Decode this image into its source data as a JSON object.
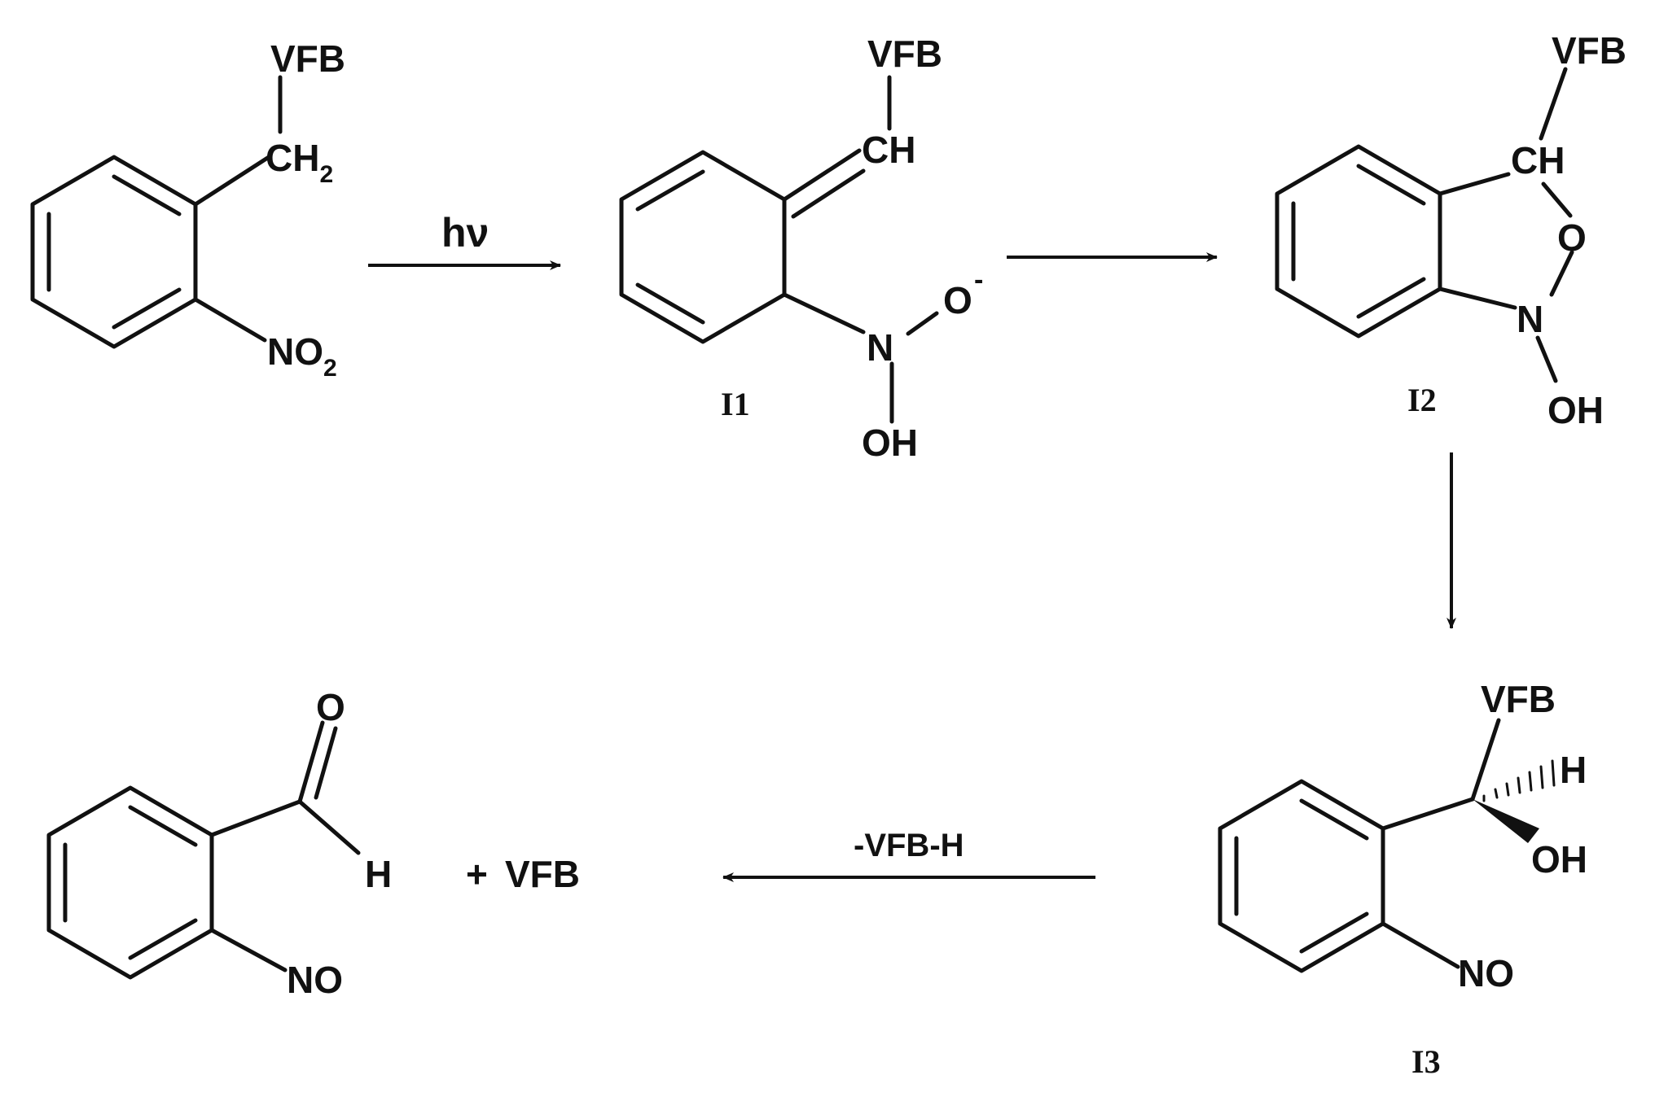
{
  "labels": {
    "vfb": "VFB",
    "ch": "CH",
    "ch2_main": "CH",
    "sub2": "2",
    "no2_main": "NO",
    "no": "NO",
    "o": "O",
    "n": "N",
    "oh": "OH",
    "h": "H",
    "minus": "-"
  },
  "compounds": {
    "i1": "I1",
    "i2": "I2",
    "i3": "I3"
  },
  "arrows": {
    "step1_condition": "hν",
    "step4_condition": "-VFB-H"
  },
  "products": {
    "plus": "+",
    "byproduct": "VFB"
  }
}
